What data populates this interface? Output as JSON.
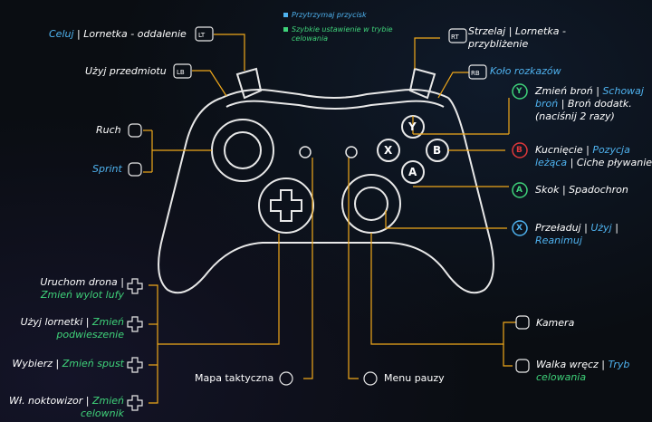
{
  "legend": {
    "hold": "Przytrzymaj przycisk",
    "quick1": "Szybkie ustawienie w trybie",
    "quick2": "celowania",
    "hold_color": "#4fb3f0",
    "quick_color": "#3fd37a"
  },
  "labels": {
    "lt_a": "Celuj",
    "lt_sep": " | ",
    "lt_b": "Lornetka - oddalenie",
    "lt_btn": "LT",
    "lb": "Użyj przedmiotu",
    "lb_btn": "LB",
    "move": "Ruch",
    "sprint": "Sprint",
    "rt_a": "Strzelaj | Lornetka -",
    "rt_b": "przybliżenie",
    "rt_btn": "RT",
    "rb": "Koło rozkazów",
    "rb_btn": "RB",
    "y_a": "Zmień broń | ",
    "y_b": "Schowaj",
    "y_c": "broń",
    "y_d": " | Broń dodatk.",
    "y_e": "(naciśnij 2 razy)",
    "b_a": "Kucnięcie | ",
    "b_b": "Pozycja",
    "b_c": "leżąca",
    "b_d": " | Ciche pływanie",
    "a_a": "Skok | Spadochron",
    "x_a": "Przeładuj | ",
    "x_b": "Użyj",
    "x_c": " |",
    "x_d": "Reanimuj",
    "du_a": "Uruchom drona |",
    "du_b": "Zmień wylot lufy",
    "dl_a": "Użyj lornetki | ",
    "dl_b": "Zmień",
    "dl_c": "podwieszenie",
    "dr_a": "Wybierz | ",
    "dr_b": "Zmień spust",
    "dd_a": "Wł. noktowizor | ",
    "dd_b": "Zmień",
    "dd_c": "celownik",
    "map": "Mapa taktyczna",
    "menu": "Menu pauzy",
    "cam": "Kamera",
    "melee_a": "Walka wręcz | ",
    "melee_b": "Tryb",
    "melee_c": "celowania"
  },
  "face_buttons": {
    "y": "Y",
    "b": "B",
    "a": "A",
    "x": "X",
    "y_color": "#3fd37a",
    "b_color": "#e0383a",
    "a_color": "#3fd37a",
    "x_color": "#4fb3f0"
  },
  "accent": "#f0a81a"
}
